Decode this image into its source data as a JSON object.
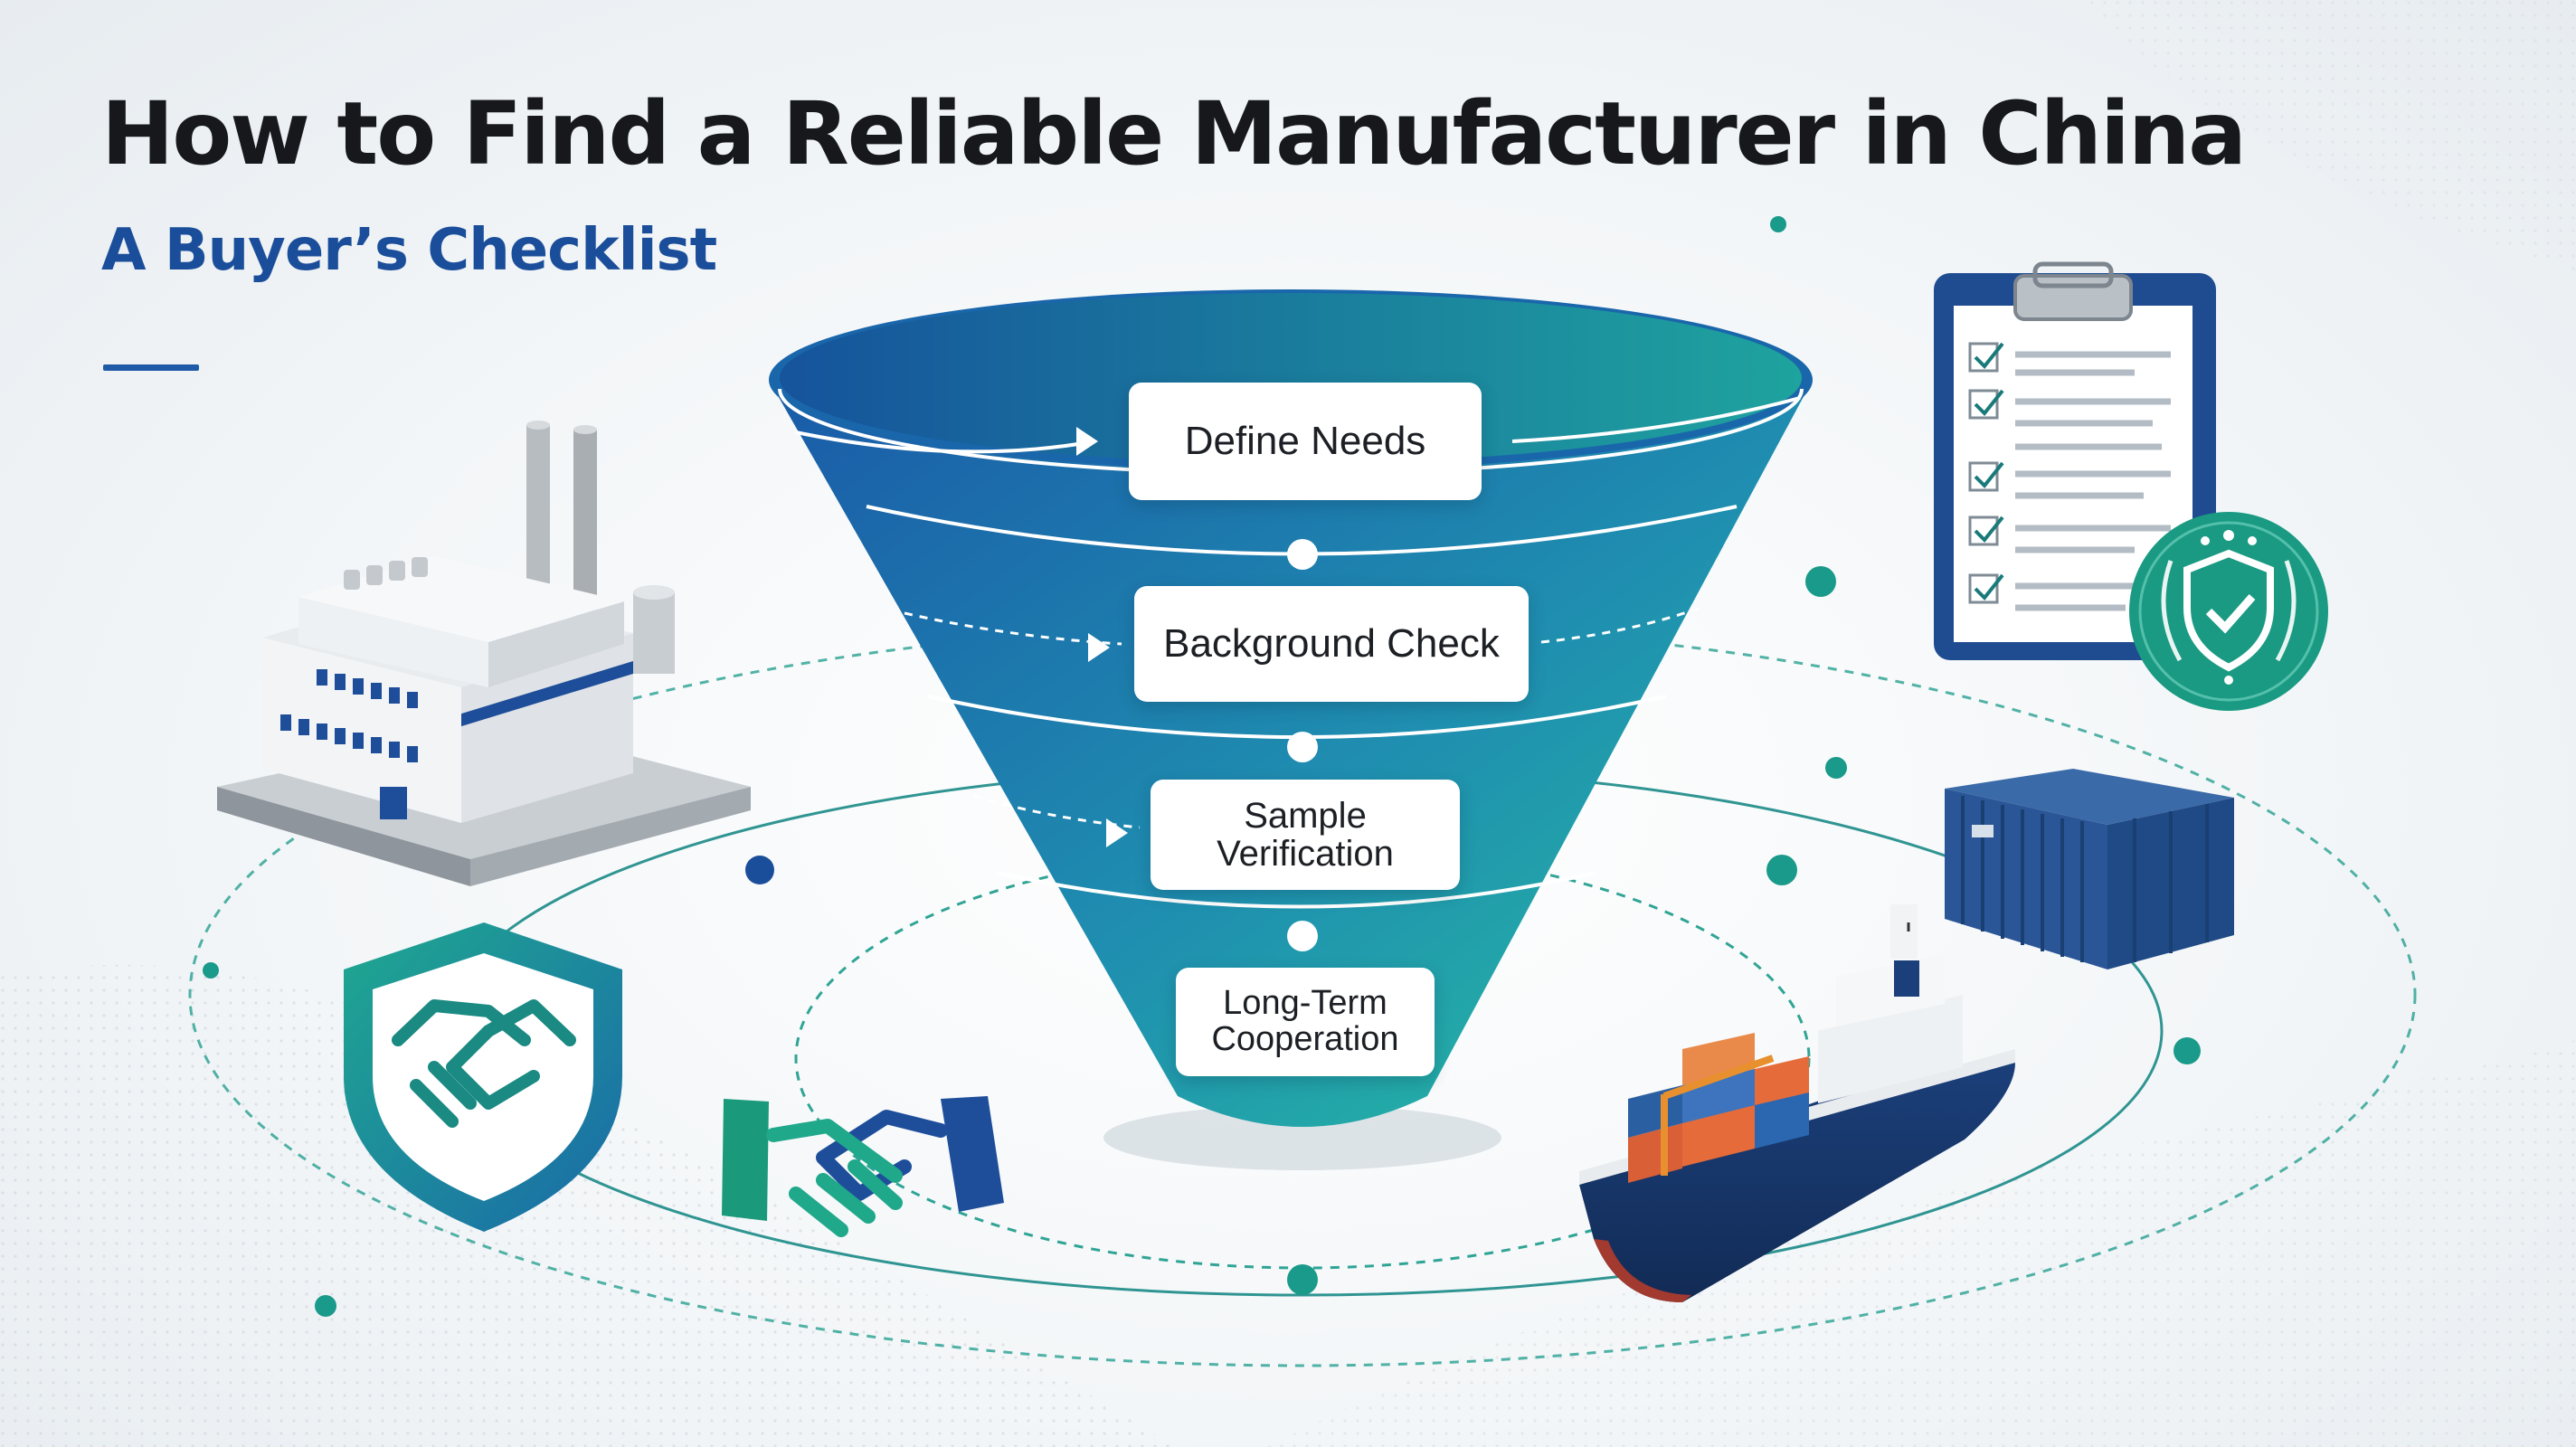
{
  "title": "How to Find a Reliable Manufacturer in China",
  "subtitle": "A Buyer’s Checklist",
  "steps": [
    {
      "line1": "Define Needs"
    },
    {
      "line1": "Background Check"
    },
    {
      "line1": "Sample",
      "line2": "Verification"
    },
    {
      "line1": "Long-Term",
      "line2": "Cooperation"
    }
  ],
  "colors": {
    "funnel_top": "#1a5aa8",
    "funnel_bottom": "#27c0a0",
    "brand_blue": "#1b4e9a",
    "teal": "#1a9a8a",
    "title": "#16181c"
  },
  "icons": [
    "factory-icon",
    "clipboard-checklist-icon",
    "quality-badge-icon",
    "shipping-container-icon",
    "cargo-ship-icon",
    "handshake-shield-icon",
    "handshake-icon"
  ]
}
